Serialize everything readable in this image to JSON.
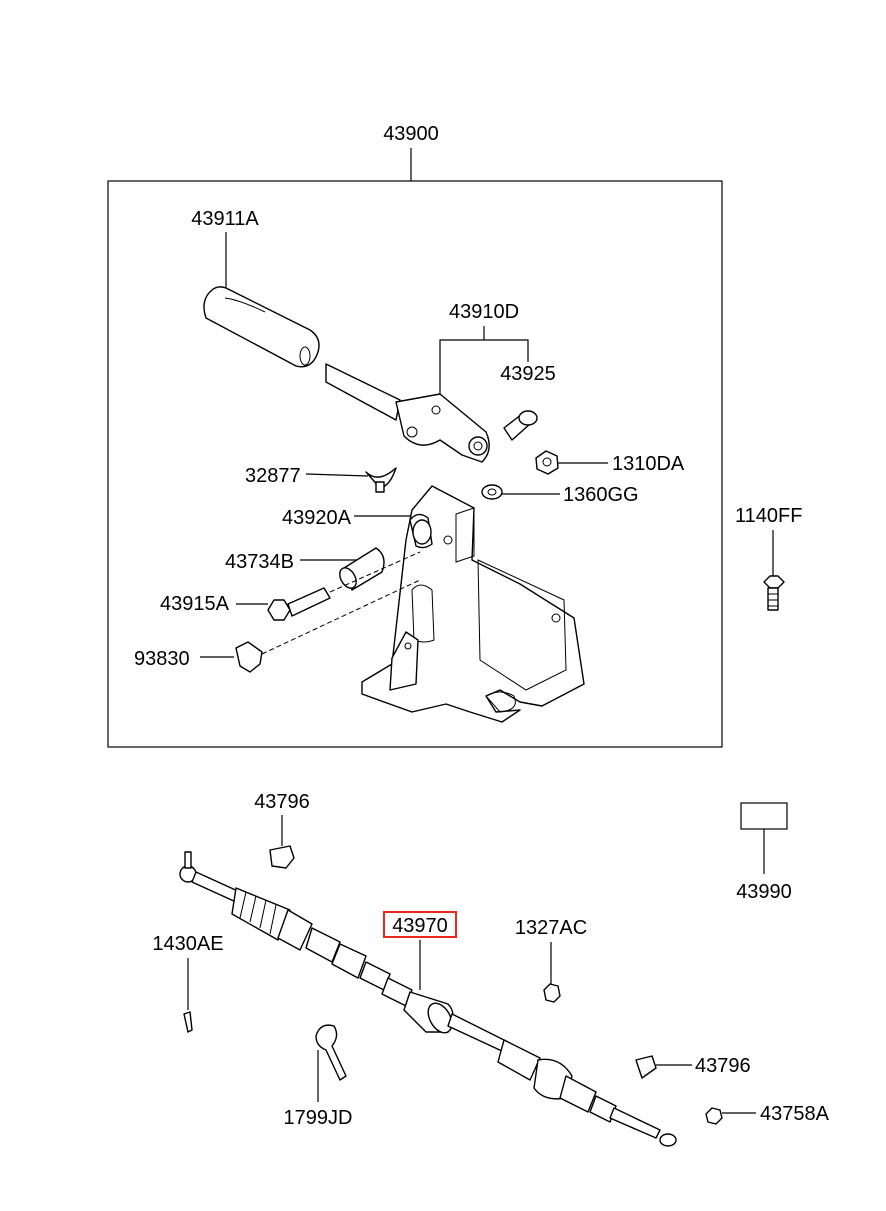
{
  "parts": {
    "assembly": "43900",
    "knob": "43911A",
    "lever": "43910D",
    "pin": "43925",
    "nut": "1310DA",
    "washer": "1360GG",
    "spring_clip": "32877",
    "bracket": "43920A",
    "bushing": "43734B",
    "bolt": "43915A",
    "clip": "93830",
    "side_bolt": "1140FF",
    "cable_clip_top": "43796",
    "cable_clip_bottom": "43796",
    "box_part": "43990",
    "cable": "43970",
    "cable_nut": "1327AC",
    "pin_1430": "1430AE",
    "band": "1799JD",
    "end_nut": "43758A"
  },
  "colors": {
    "highlight": "#e8281e",
    "line": "#000000"
  }
}
